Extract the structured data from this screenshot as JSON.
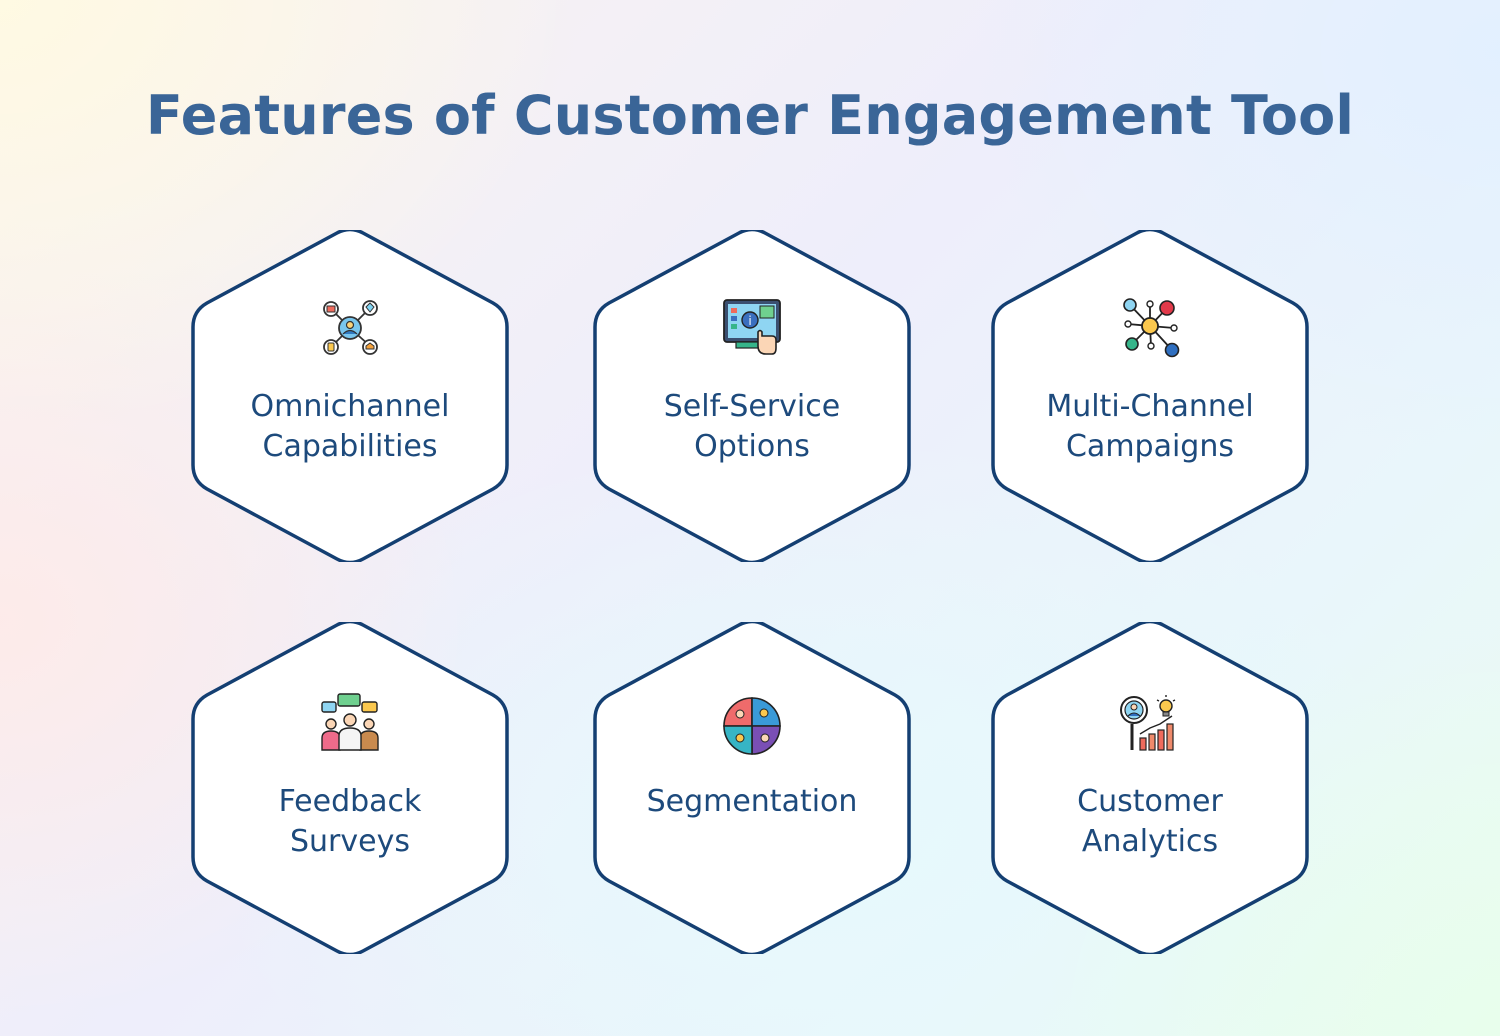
{
  "title": "Features of Customer Engagement Tool",
  "colors": {
    "title": "#3a6597",
    "hex_stroke": "#143f72",
    "hex_fill": "#ffffff",
    "label": "#1d4a7c"
  },
  "features": [
    {
      "lines": [
        "Omnichannel",
        "Capabilities"
      ],
      "icon": "omnichannel-network-icon"
    },
    {
      "lines": [
        "Self-Service",
        "Options"
      ],
      "icon": "self-service-screen-icon"
    },
    {
      "lines": [
        "Multi-Channel",
        "Campaigns"
      ],
      "icon": "multi-channel-nodes-icon"
    },
    {
      "lines": [
        "Feedback",
        "Surveys"
      ],
      "icon": "feedback-people-icon"
    },
    {
      "lines": [
        "Segmentation"
      ],
      "icon": "segmentation-circle-icon"
    },
    {
      "lines": [
        "Customer",
        "Analytics"
      ],
      "icon": "customer-analytics-icon"
    }
  ]
}
